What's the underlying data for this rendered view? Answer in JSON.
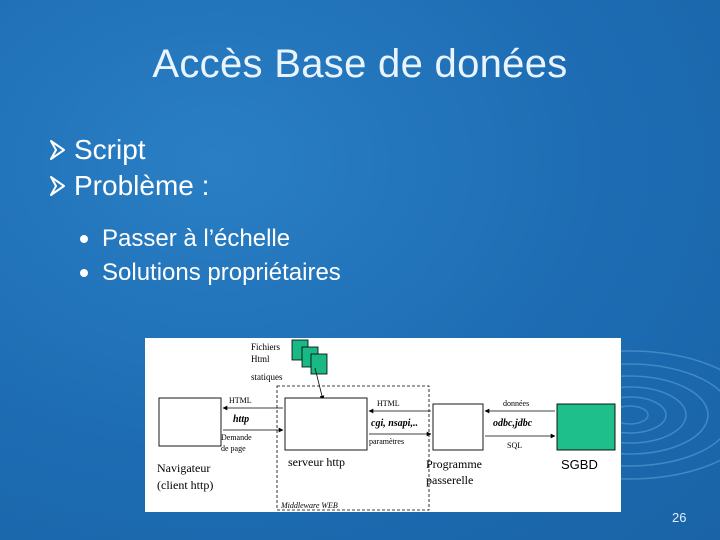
{
  "slide": {
    "title": "Accès Base de donées",
    "bullets": [
      "Script",
      "Problème :"
    ],
    "sub_bullets": [
      "Passer à l’échelle",
      "Solutions propriétaires"
    ],
    "page_number": "26"
  },
  "diagram": {
    "files_label_1": "Fichiers",
    "files_label_2": "Html",
    "files_label_3": "statiques",
    "html_left": "HTML",
    "http_label": "http",
    "request_1": "Demande",
    "request_2": "de page",
    "browser_1": "Navigateur",
    "browser_2": "(client http)",
    "server_label": "serveur http",
    "middleware_label": "Middleware WEB",
    "html_mid": "HTML",
    "cgi_label": "cgi, nsapi,..",
    "params_label": "paramètres",
    "program_1": "Programme",
    "program_2": "passerelle",
    "data_label": "données",
    "odbc_label": "odbc,jdbc",
    "sql_label": "SQL",
    "db_label": "SGBD",
    "colors": {
      "file": "#19b884",
      "db": "#1fbf8c"
    }
  }
}
